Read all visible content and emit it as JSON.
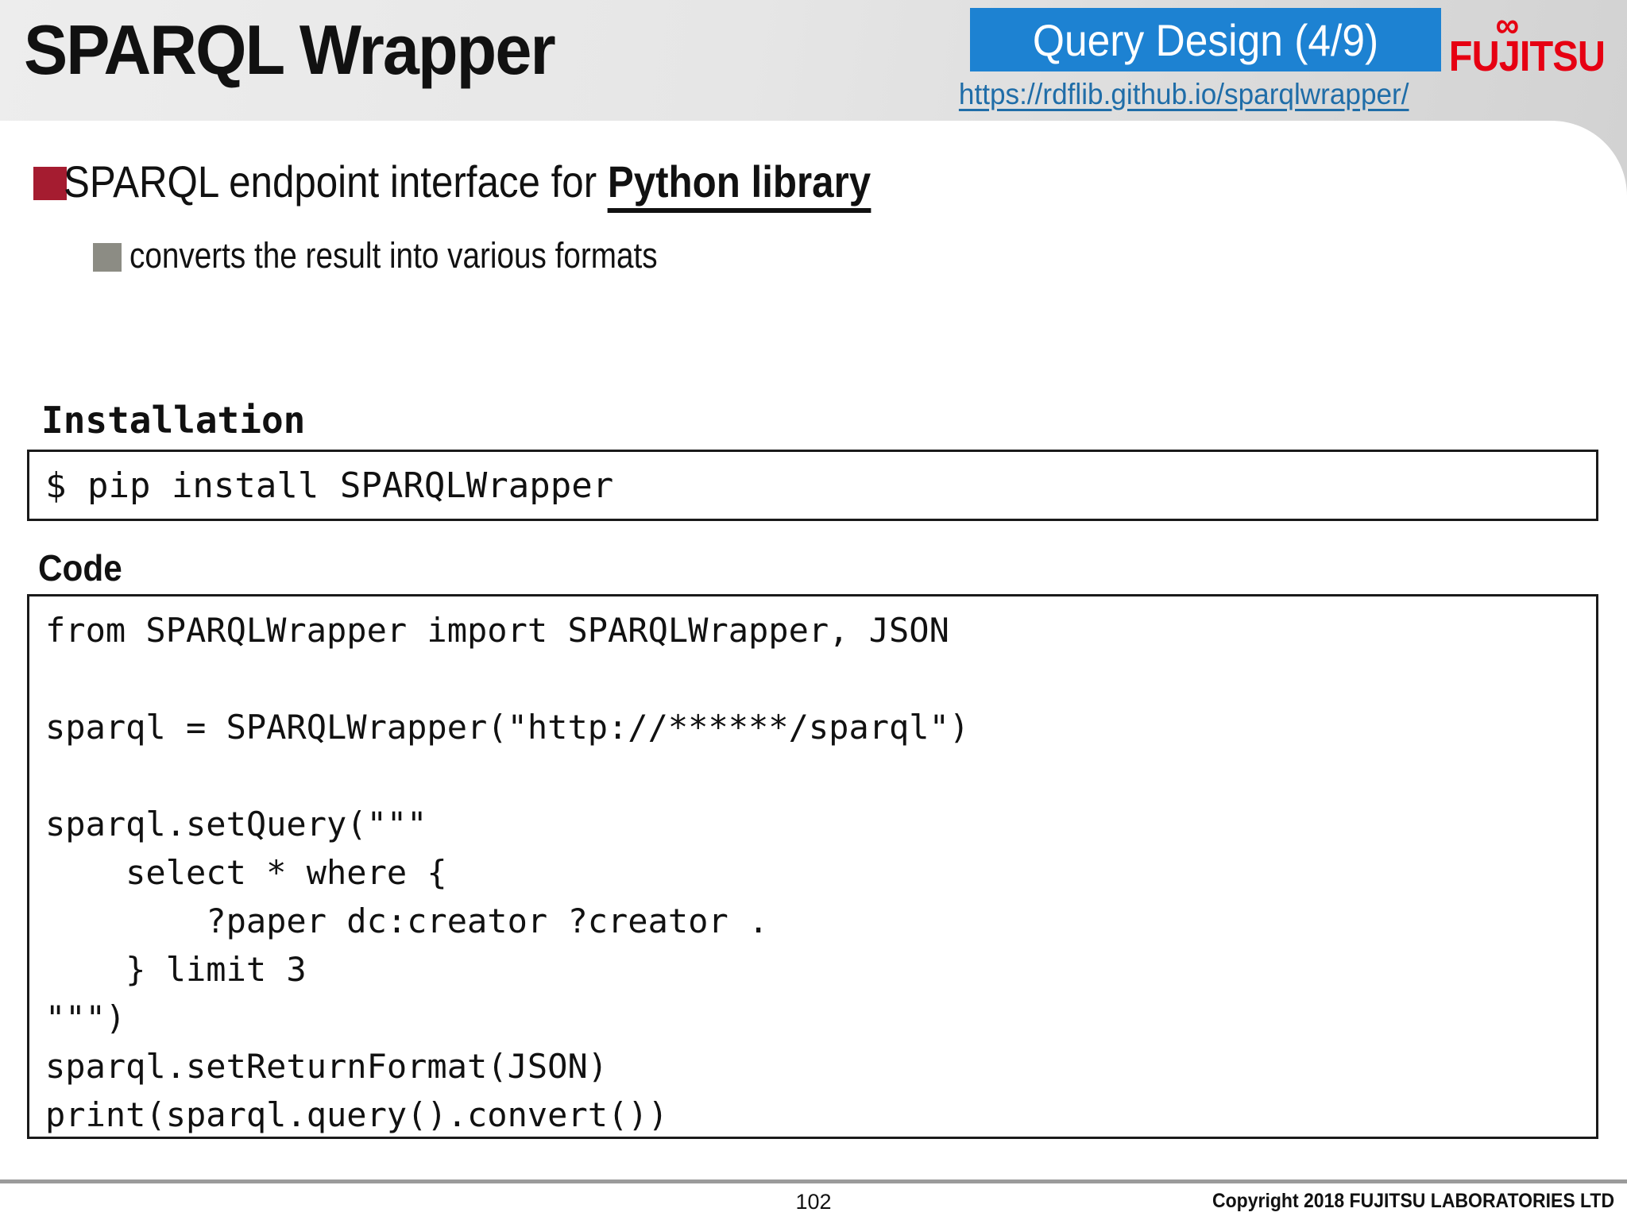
{
  "header": {
    "title": "SPARQL Wrapper",
    "badge": "Query Design (4/9)",
    "link": "https://rdflib.github.io/sparqlwrapper/",
    "logo_text": "FUJITSU",
    "logo_symbol": "∞"
  },
  "colors": {
    "badge_blue": "#1d82d2",
    "link_blue": "#1f6da8",
    "bullet_red": "#a51c30",
    "bullet_gray": "#8c8c84",
    "logo_red": "#e60012",
    "footer_line_gray": "#9b9b9b"
  },
  "content": {
    "bullet_prefix": "SPARQL endpoint interface for ",
    "bullet_emphasis": "Python library",
    "sub_bullet": "converts the result into various formats",
    "installation_label": "Installation",
    "install_command": "$ pip install SPARQLWrapper",
    "code_label": "Code",
    "code": "from SPARQLWrapper import SPARQLWrapper, JSON\n\nsparql = SPARQLWrapper(\"http://******/sparql\")\n\nsparql.setQuery(\"\"\"\n    select * where {\n        ?paper dc:creator ?creator .\n    } limit 3\n\"\"\")\nsparql.setReturnFormat(JSON)\nprint(sparql.query().convert())"
  },
  "footer": {
    "page_number": "102",
    "copyright": "Copyright 2018 FUJITSU LABORATORIES LTD"
  }
}
